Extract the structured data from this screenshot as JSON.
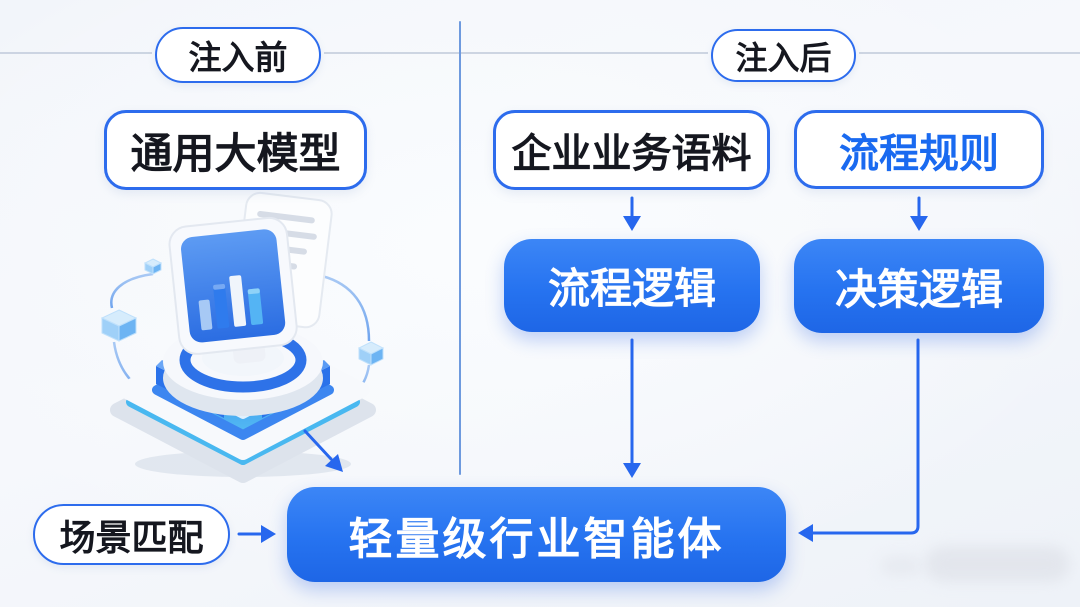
{
  "sections": {
    "before_label": "注入前",
    "after_label": "注入后"
  },
  "nodes": {
    "general_model": "通用大模型",
    "corpus": "企业业务语料",
    "rules": "流程规则",
    "process_logic": "流程逻辑",
    "decision_logic": "决策逻辑",
    "scene_match": "场景匹配",
    "agent": "轻量级行业智能体"
  },
  "icons": {
    "illustration": "monitor-bar-chart-on-pedestal-3d"
  },
  "colors": {
    "primary_blue": "#2470ee",
    "filled_box_blue": "#2673f0",
    "outline_border_blue": "#2d6ced",
    "dark_text": "#15171f",
    "blue_text": "#1a6af0",
    "connector_blue": "#2767ee",
    "divider_blue": "#6e9ade",
    "rule_line_gray": "#bfc9d9",
    "background": "#f3f6fa"
  }
}
